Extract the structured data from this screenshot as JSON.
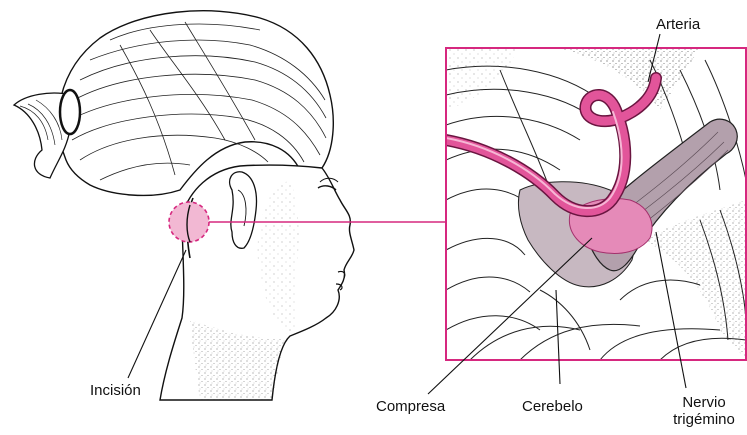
{
  "labels": {
    "artery": "Arteria",
    "incision": "Incisión",
    "compress": "Compresa",
    "cerebellum": "Cerebelo",
    "nerve_line1": "Nervio",
    "nerve_line2": "trigémino"
  },
  "colors": {
    "accent": "#d6287f",
    "artery_fill": "#e2559a",
    "nerve_fill": "#b3a0ac",
    "compress_fill": "#e58ab8",
    "ink": "#111111"
  }
}
